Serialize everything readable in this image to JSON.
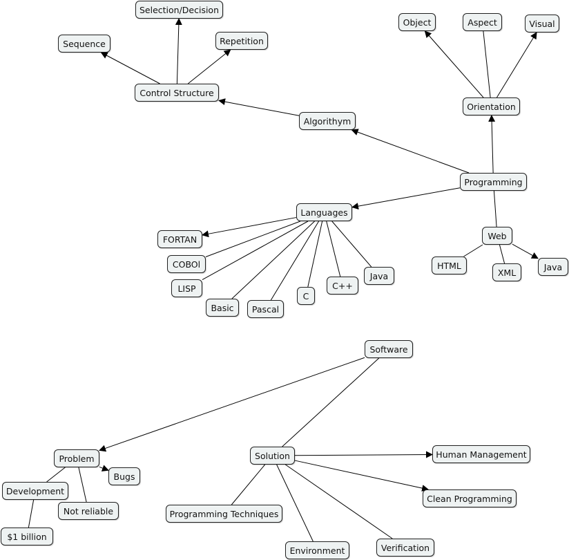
{
  "nodes": {
    "selection_decision": "Selection/Decision",
    "sequence": "Sequence",
    "repetition": "Repetition",
    "control_structure": "Control Structure",
    "algorithym": "Algorithym",
    "object": "Object",
    "aspect": "Aspect",
    "visual": "Visual",
    "orientation": "Orientation",
    "programming": "Programming",
    "languages": "Languages",
    "fortan": "FORTAN",
    "coboi": "COBOl",
    "lisp": "LISP",
    "basic": "Basic",
    "pascal": "Pascal",
    "c": "C",
    "cpp": "C++",
    "java_lang": "Java",
    "web": "Web",
    "html": "HTML",
    "xml": "XML",
    "java_web": "Java",
    "software": "Software",
    "problem": "Problem",
    "bugs": "Bugs",
    "development": "Development",
    "not_reliable": "Not reliable",
    "one_billion": "$1 billion",
    "solution": "Solution",
    "human_management": "Human Management",
    "clean_programming": "Clean Programming",
    "programming_techniques": "Programming Techniques",
    "environment": "Environment",
    "verification": "Verification"
  },
  "colors": {
    "node_fill": "#eef2f2",
    "node_border": "#1f1f1f",
    "edge": "#000000",
    "background": "#ffffff"
  }
}
